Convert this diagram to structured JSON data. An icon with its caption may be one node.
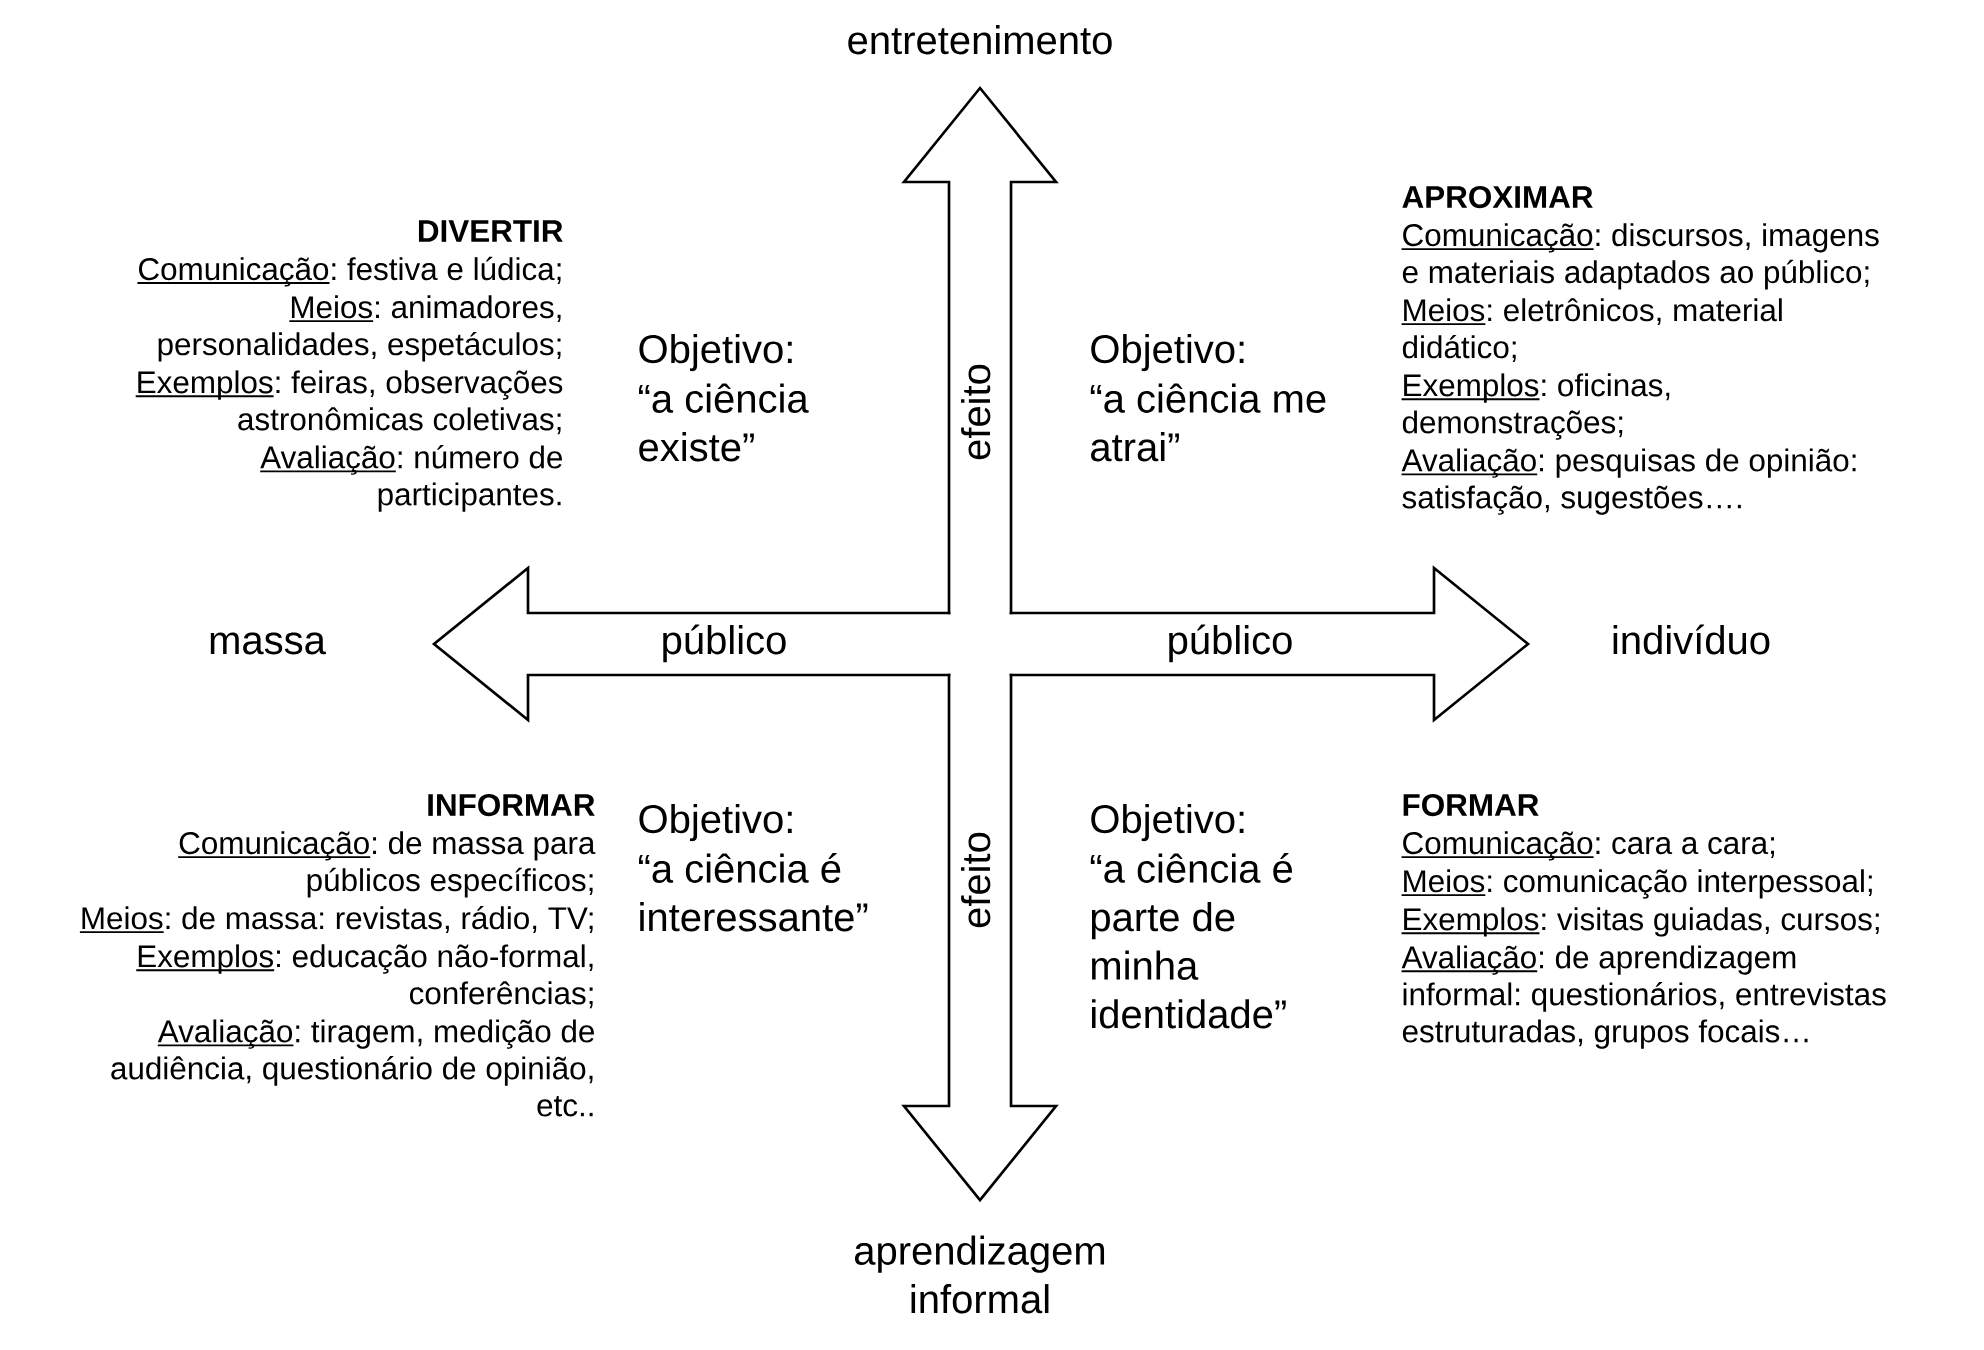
{
  "diagram": {
    "nodes": [
      {
        "text": [
          "efeito"
        ],
        "beside": [
          "entretenimento"
        ]
      },
      {
        "text": [
          "público"
        ],
        "beside": [
          "massa"
        ]
      },
      {
        "text": [
          "público"
        ],
        "beside": [
          "indivíduo"
        ]
      },
      {
        "text": [
          "efeito"
        ],
        "beside": [
          "aprendizagem informal"
        ]
      }
    ],
    "labels": [
      "DIVERTIR",
      "Comunicação: festiva e lúdica;",
      "Meios: animadores, personalidades, espetáculos;",
      "Exemplos: feiras, observações astronômicas coletivas;",
      "Avaliação: número de participantes.",
      "Objetivo:",
      "“a ciência existe”",
      "Objetivo:",
      "“a ciência me atrai”",
      "APROXIMAR",
      "Comunicação: discursos, imagens e materiais adaptados ao público;",
      "Meios: eletrônicos, material didático;",
      "Exemplos: oficinas, demonstrações;",
      "Avaliação: pesquisas de opinião: satisfação, sugestões….",
      "INFORMAR",
      "Comunicação: de massa para públicos específicos;",
      "Meios: de massa: revistas, rádio, TV;",
      "Exemplos: educação não-formal, conferências;",
      "Avaliação: tiragem, medição de audiência, questionário de opinião, etc..",
      "Objetivo:",
      "“a ciência é interessante”",
      "Objetivo:",
      "“a ciência é parte de minha identidade”",
      "FORMAR",
      "Comunicação: cara a cara;",
      "Meios: comunicação interpessoal;",
      "Exemplos: visitas guiadas, cursos;",
      "Avaliação: de aprendizagem informal: questionários, entrevistas estruturadas, grupos focais…"
    ]
  }
}
